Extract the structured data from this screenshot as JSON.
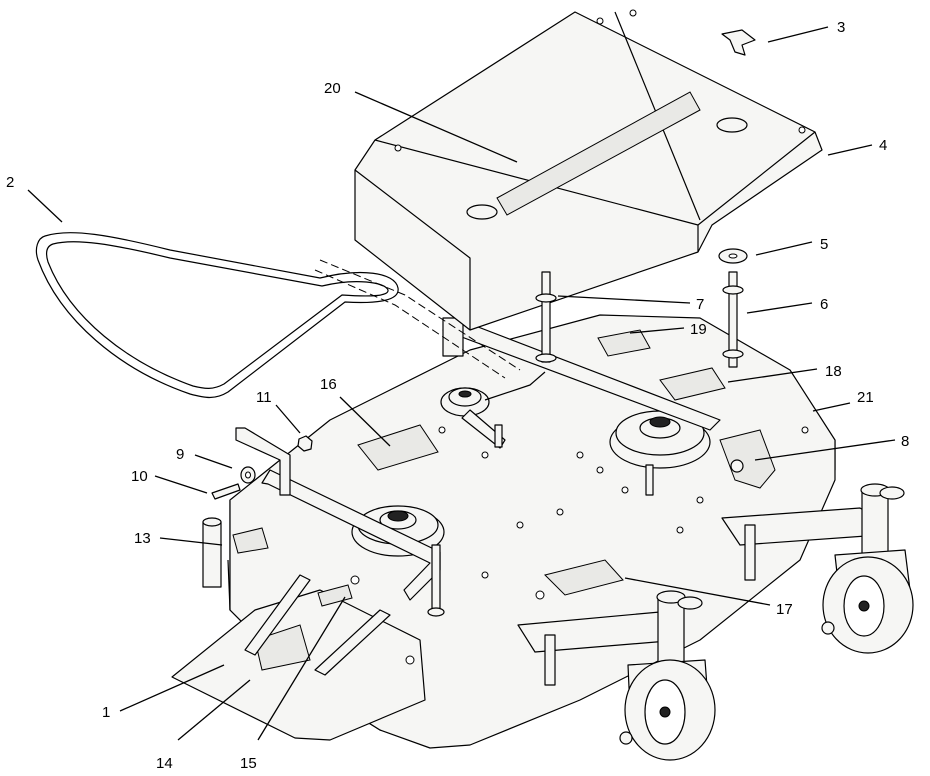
{
  "diagram": {
    "callouts": [
      {
        "id": "c1",
        "label": "1"
      },
      {
        "id": "c2",
        "label": "2"
      },
      {
        "id": "c3",
        "label": "3"
      },
      {
        "id": "c4",
        "label": "4"
      },
      {
        "id": "c5",
        "label": "5"
      },
      {
        "id": "c6",
        "label": "6"
      },
      {
        "id": "c7",
        "label": "7"
      },
      {
        "id": "c8",
        "label": "8"
      },
      {
        "id": "c9",
        "label": "9"
      },
      {
        "id": "c10",
        "label": "10"
      },
      {
        "id": "c11",
        "label": "11"
      },
      {
        "id": "c13",
        "label": "13"
      },
      {
        "id": "c14",
        "label": "14"
      },
      {
        "id": "c15",
        "label": "15"
      },
      {
        "id": "c16",
        "label": "16"
      },
      {
        "id": "c17",
        "label": "17"
      },
      {
        "id": "c18",
        "label": "18"
      },
      {
        "id": "c19",
        "label": "19"
      },
      {
        "id": "c20",
        "label": "20"
      },
      {
        "id": "c21",
        "label": "21"
      }
    ],
    "colors": {
      "line": "#000000",
      "background": "#ffffff",
      "part_fill": "#f6f6f4"
    }
  }
}
